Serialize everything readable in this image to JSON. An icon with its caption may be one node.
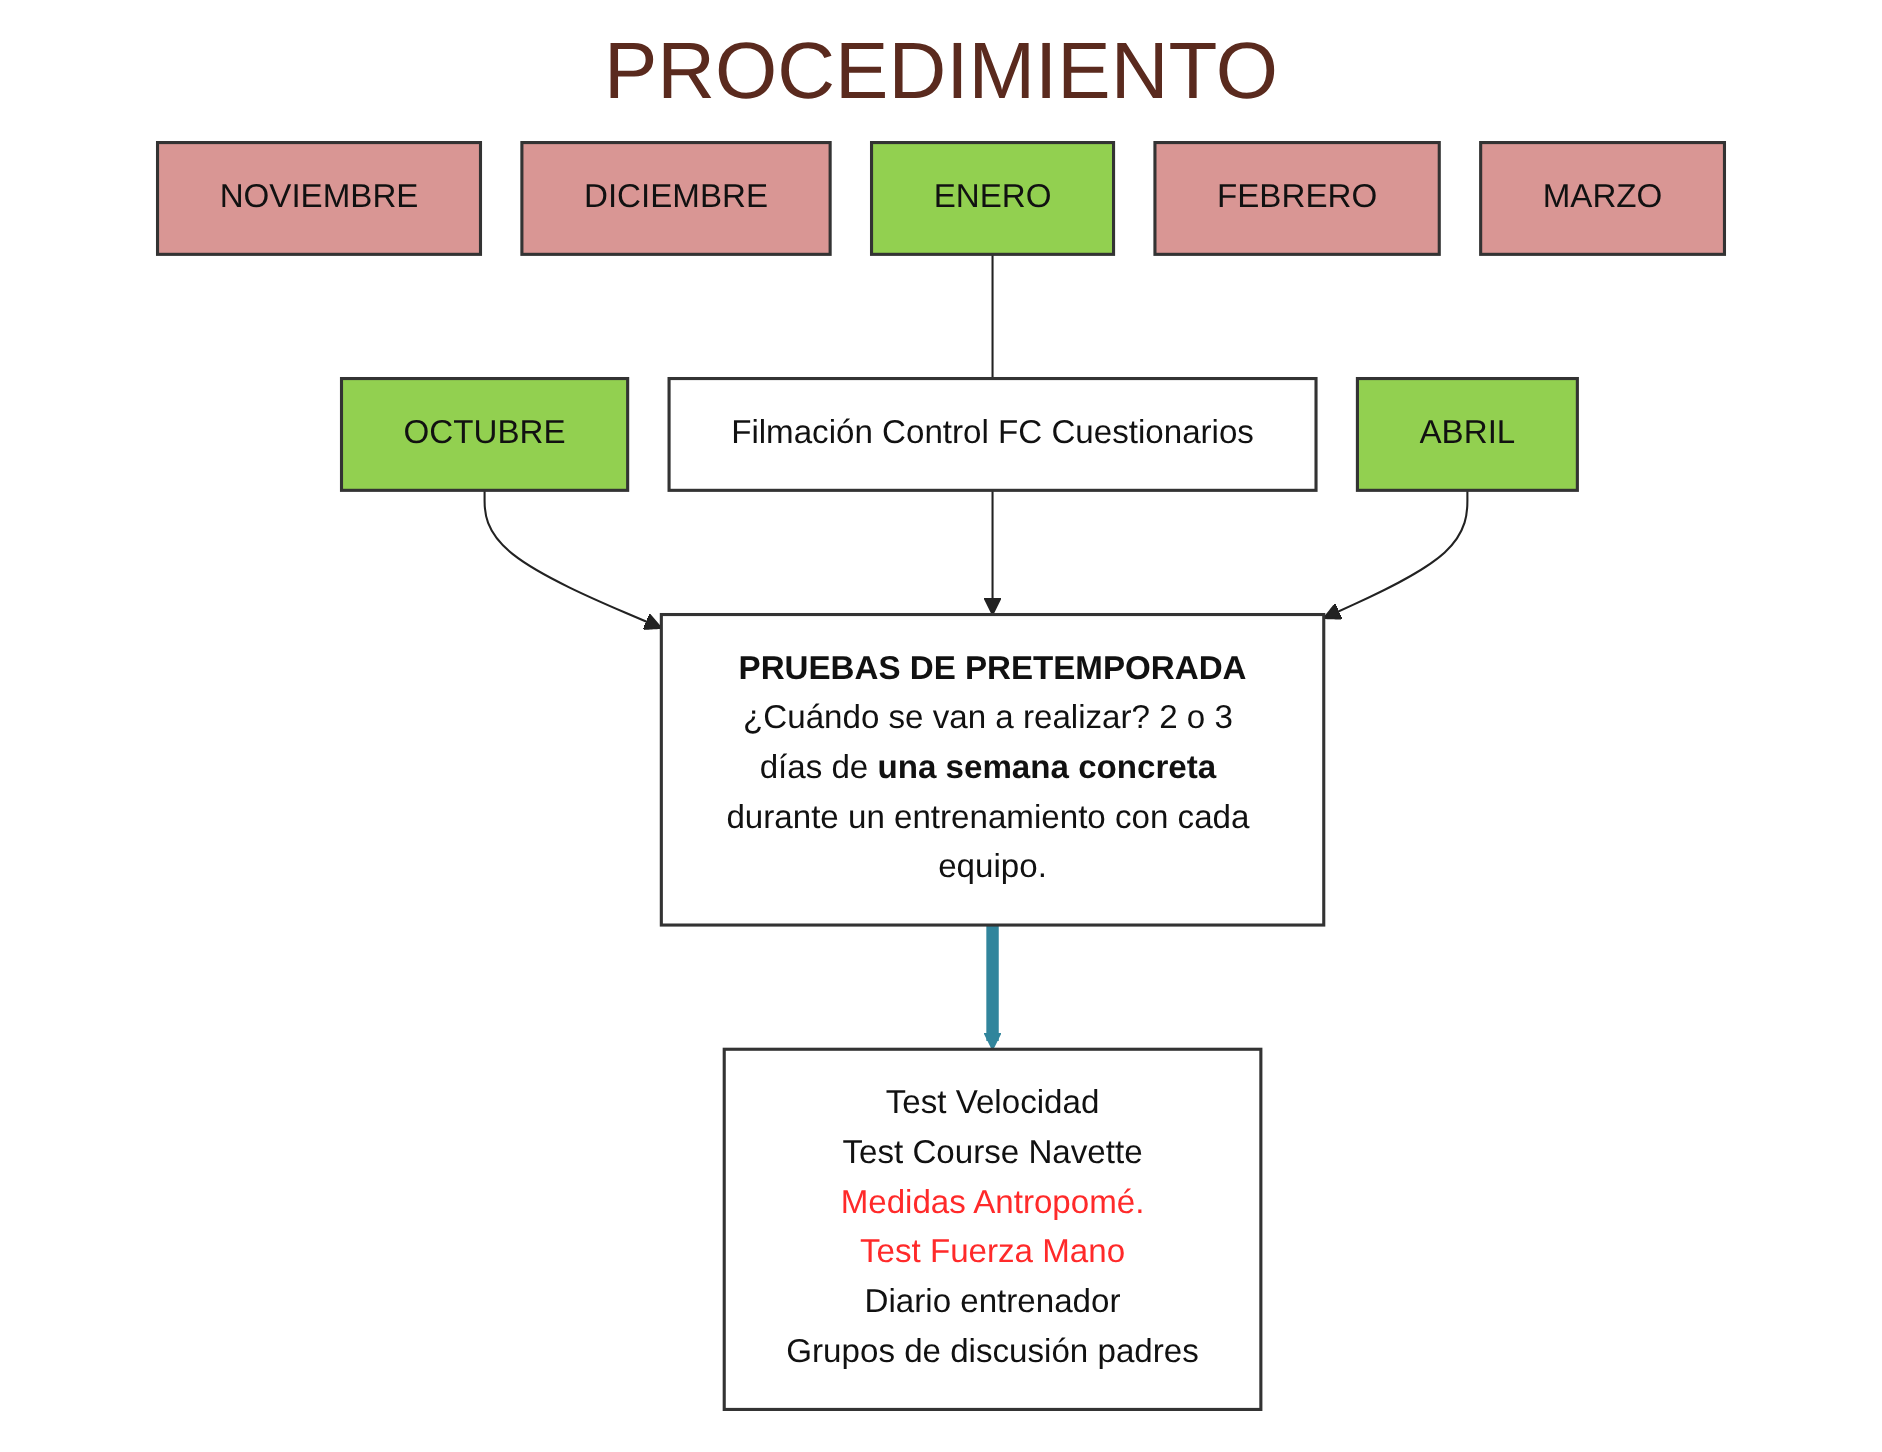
{
  "diagram": {
    "title": "PROCEDIMIENTO",
    "nodes": [
      {
        "text": [
          "OCTUBRE"
        ]
      },
      {
        "text": [
          "NOVIEMBRE"
        ]
      },
      {
        "text": [
          "DICIEMBRE"
        ]
      },
      {
        "text": [
          "ENERO"
        ]
      },
      {
        "text": [
          "FEBRERO"
        ]
      },
      {
        "text": [
          "MARZO"
        ]
      },
      {
        "text": [
          "ABRIL"
        ]
      },
      {
        "text": [
          "Filmación Control FC Cuestionarios"
        ]
      },
      {
        "text": [
          "PRUEBAS DE PRETEMPORADA",
          "¿Cuándo se van a realizar? 2 o 3 días de **una semana concreta** durante un entrenamiento con cada equipo."
        ]
      },
      {
        "text": [
          "Test Velocidad",
          "Test Course Navette",
          "Medidas Antropomé.",
          "Test Fuerza Mano",
          "Diario entrenador",
          "Grupos de discusión padres"
        ]
      }
    ],
    "edges": [
      {
        "from": 0,
        "to": 8,
        "arrow": "to"
      },
      {
        "from": 3,
        "to": 7,
        "arrow": "none"
      },
      {
        "from": 7,
        "to": 8,
        "arrow": "to"
      },
      {
        "from": 6,
        "to": 8,
        "arrow": "to"
      },
      {
        "from": 8,
        "to": 9,
        "arrow": "to",
        "style": "thick",
        "color": "#31859c"
      }
    ]
  }
}
